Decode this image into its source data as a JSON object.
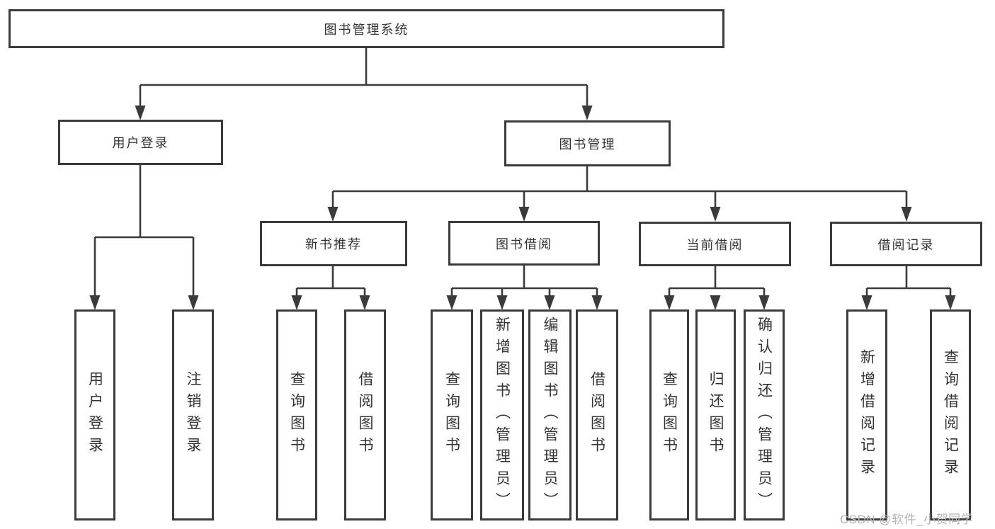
{
  "tree": {
    "root": {
      "label": "图书管理系统"
    },
    "branches": [
      {
        "label": "用户登录",
        "children": [
          {
            "label": "用户登录"
          },
          {
            "label": "注销登录"
          }
        ]
      },
      {
        "label": "图书管理",
        "children": [
          {
            "label": "新书推荐",
            "children": [
              {
                "label": "查询图书"
              },
              {
                "label": "借阅图书"
              }
            ]
          },
          {
            "label": "图书借阅",
            "children": [
              {
                "label": "查询图书"
              },
              {
                "label": "新增图书（管理员）"
              },
              {
                "label": "编辑图书（管理员）"
              },
              {
                "label": "借阅图书"
              }
            ]
          },
          {
            "label": "当前借阅",
            "children": [
              {
                "label": "查询图书"
              },
              {
                "label": "归还图书"
              },
              {
                "label": "确认归还（管理员）"
              }
            ]
          },
          {
            "label": "借阅记录",
            "children": [
              {
                "label": "新增借阅记录"
              },
              {
                "label": "查询借阅记录"
              }
            ]
          }
        ]
      }
    ]
  },
  "watermark": {
    "text": "CSDN @软件_小贺同学"
  },
  "colors": {
    "line": "#3b3b3b",
    "box_border": "#3b3b3b",
    "text": "#333333",
    "watermark": "#b5b5b5",
    "background": "#ffffff"
  }
}
